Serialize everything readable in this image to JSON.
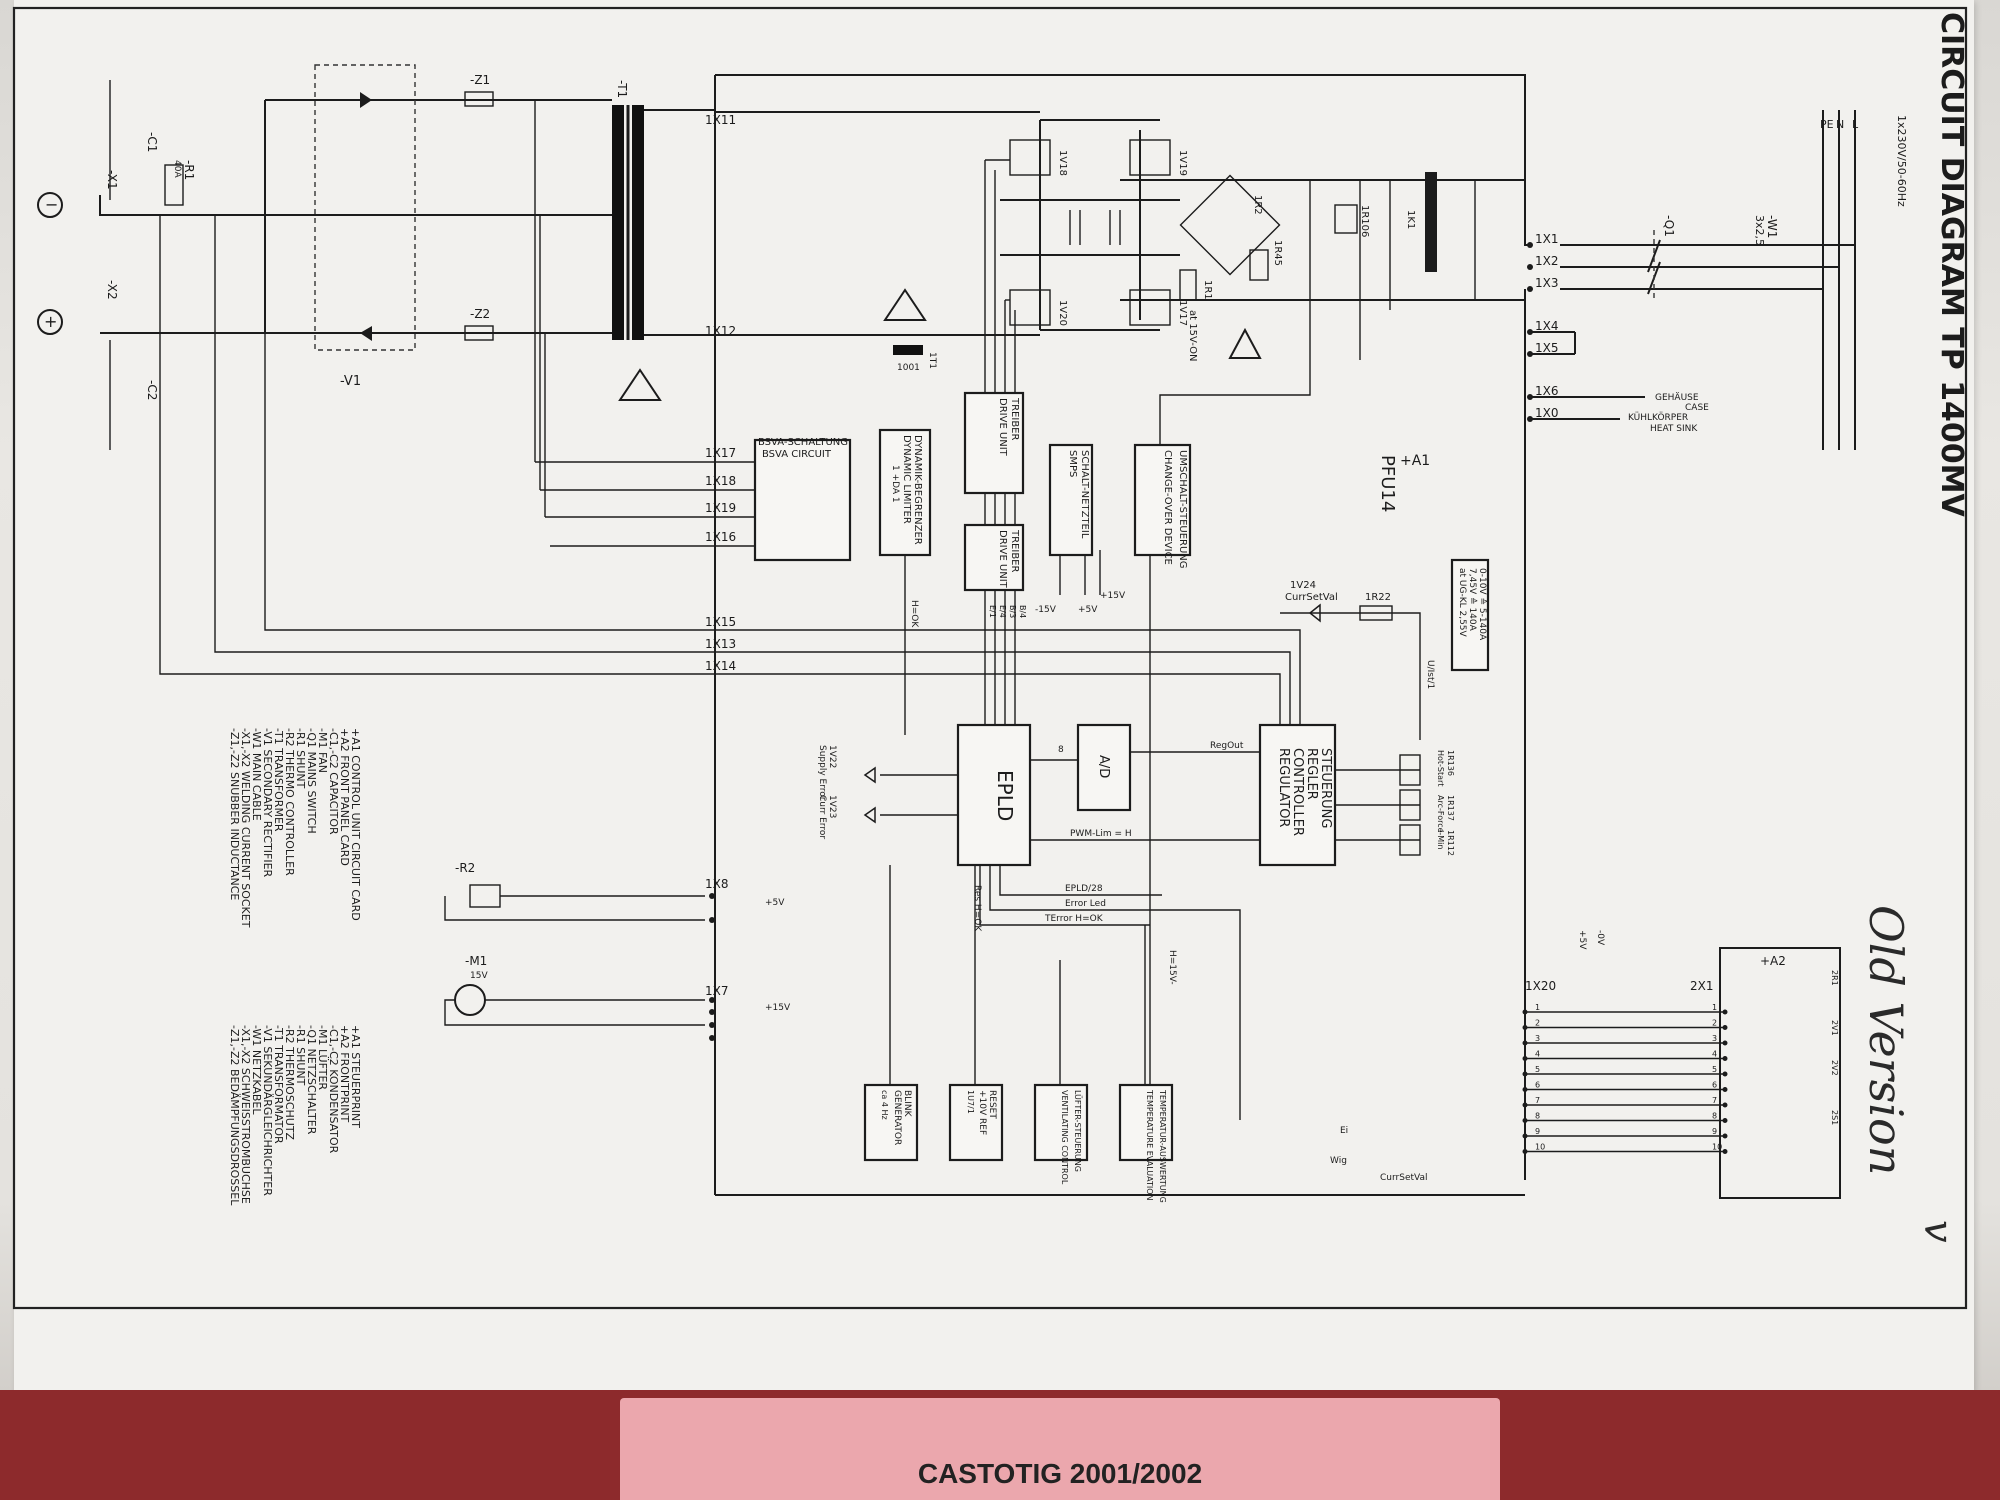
{
  "document": {
    "title": "CIRCUIT DIAGRAM TP 1400MV",
    "handwritten_note": "Old Version",
    "handwritten_mark": "v",
    "folder_label": "CASTOTIG 2001/2002"
  },
  "mains": {
    "supply": "1x230V/50-60Hz",
    "wires": [
      "L",
      "N",
      "PE"
    ],
    "switch": "-Q1",
    "cable": "-W1",
    "cable_spec": "3x2,5",
    "case_label_de": "GEHÄUSE",
    "case_label_en": "CASE",
    "heatsink_label_de": "KÜHLKÖRPER",
    "heatsink_label_en": "HEAT SINK"
  },
  "connectors": {
    "x1": [
      "1X1",
      "1X2",
      "1X3",
      "1X4",
      "1X5",
      "1X6",
      "1X0"
    ],
    "primary": [
      "1X11",
      "1X12"
    ],
    "bsva": [
      "1X17",
      "1X18",
      "1X19",
      "1X16"
    ],
    "control": [
      "1X15",
      "1X13",
      "1X14"
    ],
    "thermo": "1X8",
    "fan": "1X7",
    "front": "1X20",
    "front_panel": "2X1",
    "pins_1_10": [
      "1",
      "2",
      "3",
      "4",
      "5",
      "6",
      "7",
      "8",
      "9",
      "10"
    ]
  },
  "components": {
    "transformer": "-T1",
    "snubber1": "-Z1",
    "snubber2": "-Z2",
    "rectifier": "-V1",
    "shunt": "-R1",
    "shunt_value": "40A",
    "cap1": "-C1",
    "cap2": "-C2",
    "socket_neg": "-X1",
    "socket_pos": "-X2",
    "thermistor": "-R2",
    "fan": "-M1",
    "fan_voltage": "15V",
    "minus_symbol": "−",
    "plus_symbol": "+",
    "front_panel": "+A2",
    "control_card": "+A1",
    "control_card_name": "PFU14",
    "pfc_range": "0-10V ≙ 5-140A",
    "pfc_range_2": "7,45V ≙ 140A",
    "pfc_range_3": "at UG-KL 2,55V",
    "igbt_labels": [
      "1V18",
      "1V19",
      "1V20",
      "1V17"
    ],
    "r_labels": [
      "1R2",
      "1R106",
      "1K1",
      "1R45",
      "1R1"
    ],
    "led_curr": "1V24",
    "led_curr_label": "CurrSetVal",
    "r22": "1R22",
    "pots": [
      "1R136",
      "1R137",
      "1R112"
    ],
    "pot_labels": [
      "Hot-Start",
      "Arc-Force",
      "I-Min"
    ],
    "leds": [
      "1V22",
      "1V23"
    ],
    "led_labels": [
      "Supply Error",
      "Curr Error"
    ],
    "t1_small": "1T1",
    "t1_value": "1001",
    "a2_items": [
      "2R1",
      "2V1",
      "2V2",
      "2S1"
    ]
  },
  "blocks": {
    "bsva_de": "BSVA-SCHALTUNG",
    "bsva_en": "BSVA CIRCUIT",
    "dyn_de": "DYNAMIK-BEGRENZER",
    "dyn_en": "DYNAMIC LIMITER",
    "dyn_sub": "1 +DA 1",
    "driver1_de": "TREIBER",
    "driver1_en": "DRIVE UNIT",
    "driver2_de": "TREIBER",
    "driver2_en": "DRIVE UNIT",
    "smps_de": "SCHALT-NETZTEIL",
    "smps_en": "SMPS",
    "umschalt_de": "UMSCHALT-STEUERUNG",
    "umschalt_en": "CHANGE-OVER DEVICE",
    "eplo": "EPLD",
    "ad": "A/D",
    "ctrl_de1": "STEUERUNG",
    "ctrl_de2": "REGLER",
    "ctrl_en1": "CONTROLLER",
    "ctrl_en2": "REGULATOR",
    "blink_de": "BLINK",
    "blink_en": "GENERATOR",
    "blink_sub": "ca 4 Hz",
    "reset": "RESET",
    "ref": "+10V REF",
    "ref_sub": "1U7/1",
    "fan_ctrl_de": "LÜFTER-STEUERUNG",
    "fan_ctrl_en": "VENTILATING CONTROL",
    "temp_de": "TEMPERATUR-AUSWERTUNG",
    "temp_en": "TEMPERATURE EVALUATION"
  },
  "signals": {
    "hok": "H=OK",
    "regout": "RegOut",
    "pwm": "PWM-Lim = H",
    "eplo28": "EPLD/28",
    "error_led": "Error Led",
    "terror": "TError H=OK",
    "res_hok": "Res H=OK",
    "h15v": "H=15V-",
    "ei": "Ei",
    "wig": "Wig",
    "currset": "CurrSetVal",
    "drv_sigs": [
      "E/1",
      "E/4",
      "B/3",
      "B/4"
    ],
    "p15": "+15V",
    "m15": "-15V",
    "p5": "+5V",
    "on15": "at 15V-ON",
    "eight": "8",
    "mid_5v": "+5V",
    "mid_15v": "+15V",
    "a2_5v": "+5V",
    "a2_0v": "-0V",
    "u1ist": "U/Ist/1"
  },
  "legend_en": [
    "+A1  CONTROL UNIT CIRCUIT CARD",
    "+A2  FRONT PANEL CARD",
    "-C1,-C2  CAPACITOR",
    "-M1  FAN",
    "-Q1  MAINS SWITCH",
    "-R1  SHUNT",
    "-R2  THERMO CONTROLLER",
    "-T1  TRANSFORMER",
    "-V1  SECONDARY RECTIFIER",
    "-W1  MAIN CABLE",
    "-X1,-X2  WELDING CURRENT SOCKET",
    "-Z1,-Z2  SNUBBER INDUCTANCE"
  ],
  "legend_de": [
    "+A1  STEUERPRINT",
    "+A2  FRONTPRINT",
    "-C1,-C2  KONDENSATOR",
    "-M1  LÜFTER",
    "-Q1  NETZSCHALTER",
    "-R1  SHUNT",
    "-R2  THERMOSCHUTZ",
    "-T1  TRANSFORMATOR",
    "-V1  SEKUNDÄRGLEICHRICHTER",
    "-W1  NETZKABEL",
    "-X1,-X2  SCHWEISSTROMBUCHSE",
    "-Z1,-Z2  BEDÄMPFUNGSDROSSEL"
  ]
}
